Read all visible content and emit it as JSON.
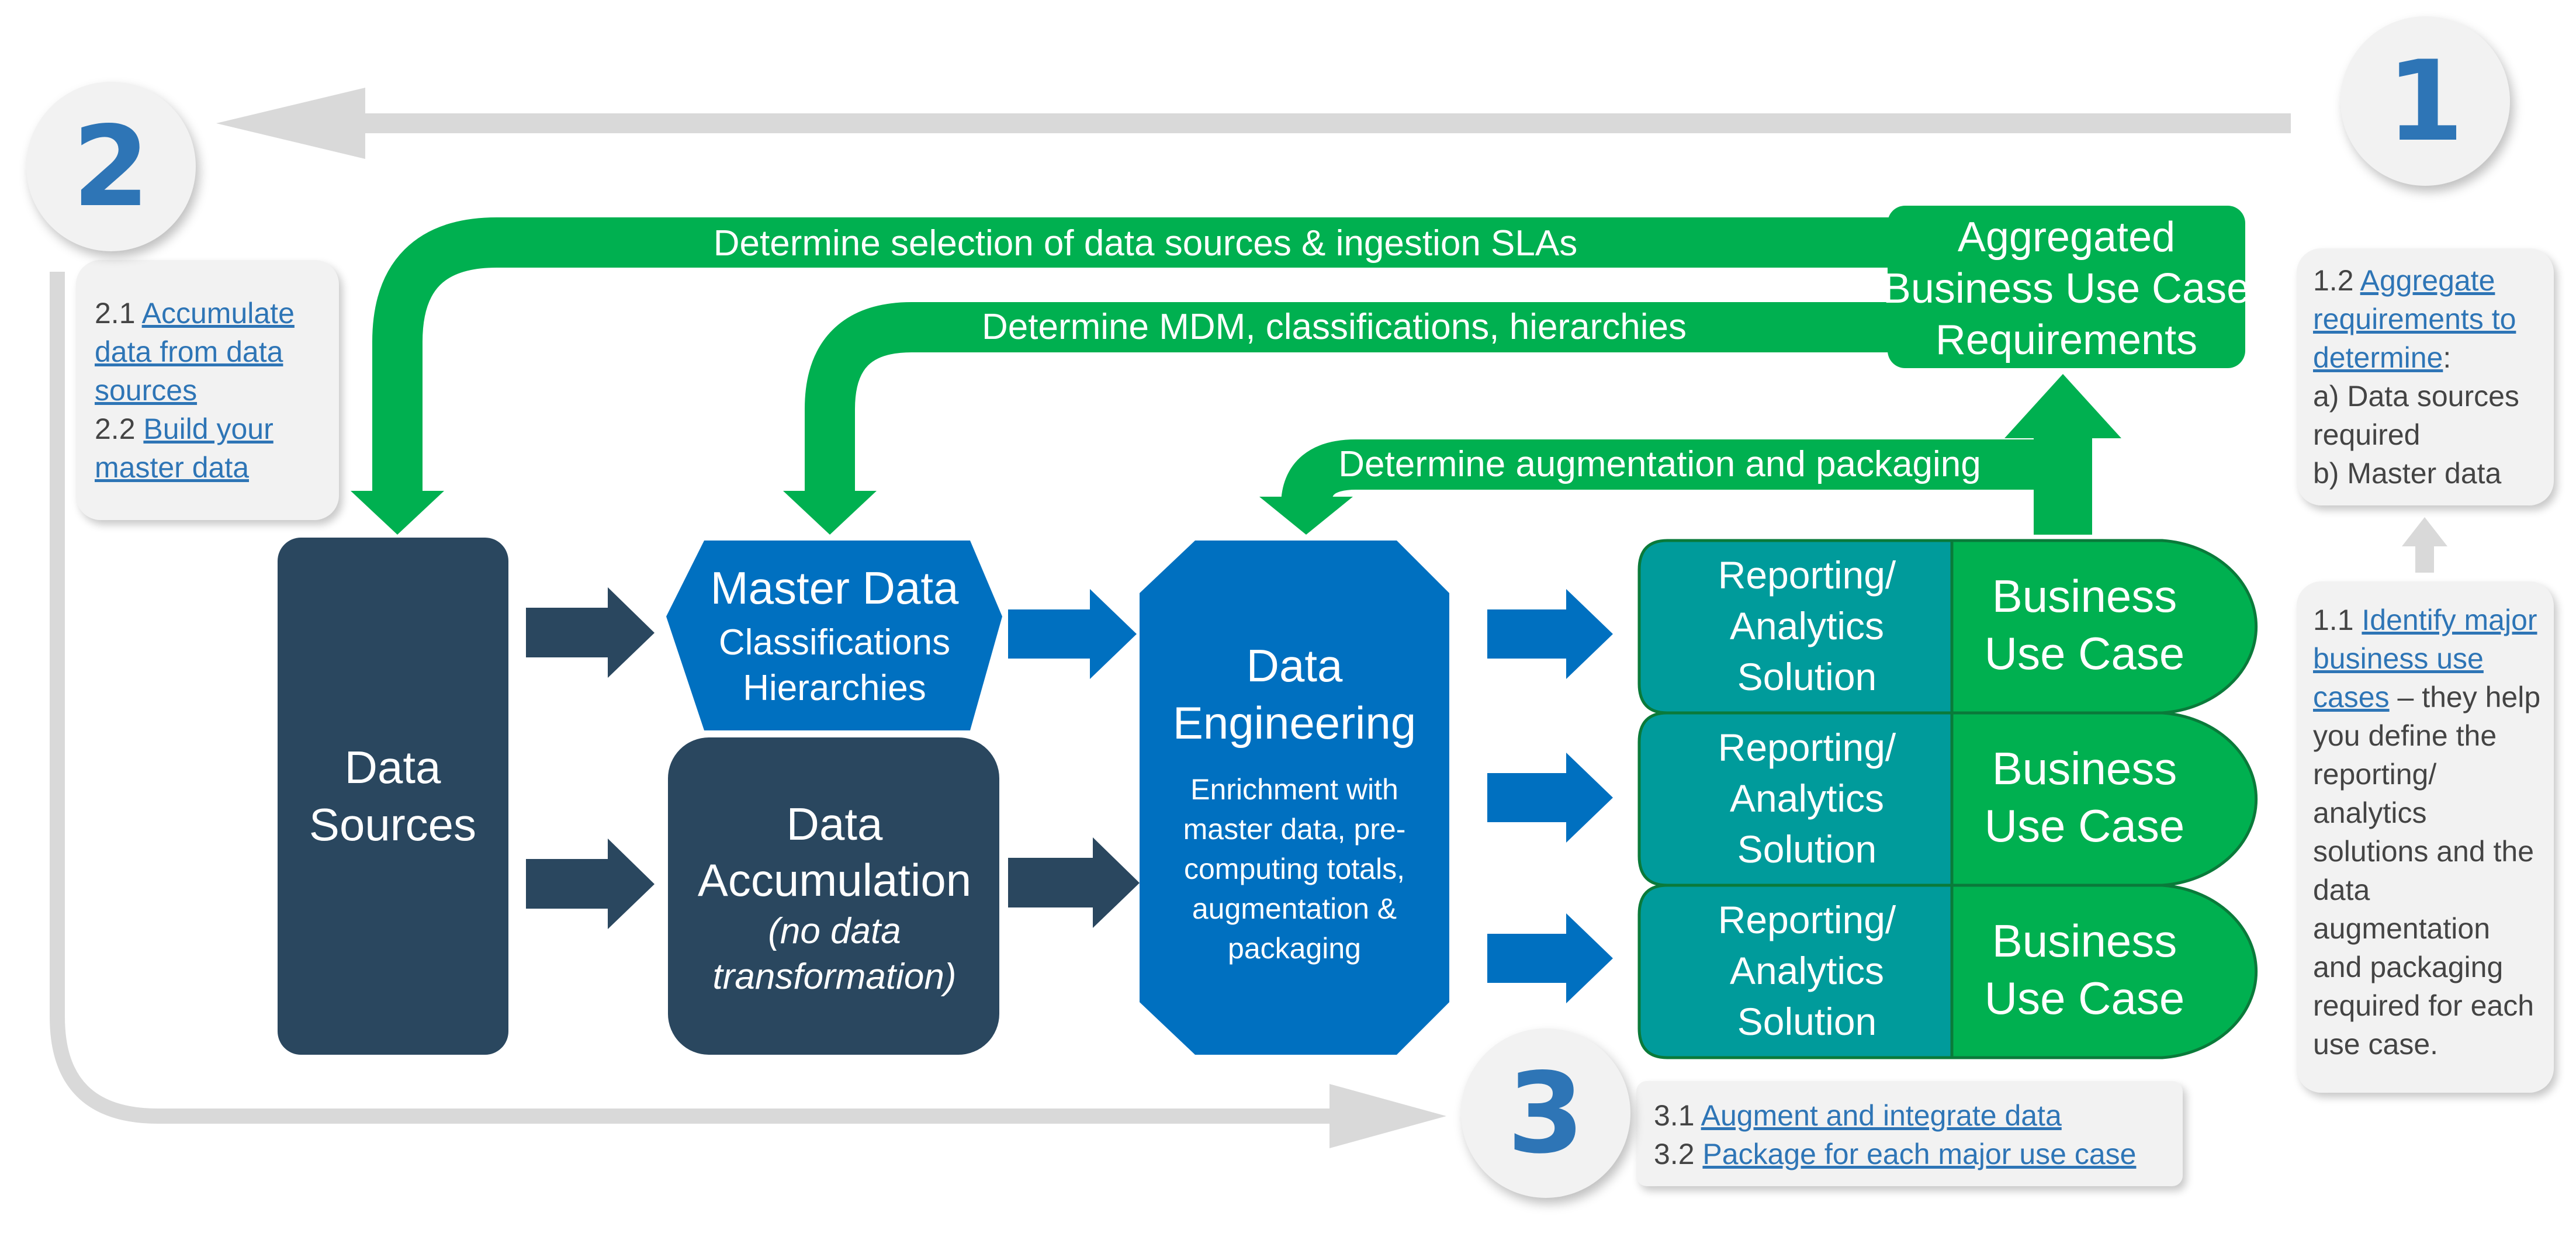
{
  "steps": {
    "step1": "1",
    "step2": "2",
    "step3": "3"
  },
  "green_arrows": {
    "sources": "Determine selection of data sources & ingestion SLAs",
    "mdm": "Determine MDM, classifications, hierarchies",
    "augmentation": "Determine augmentation and packaging"
  },
  "aggregated": [
    "Aggregated",
    "Business Use Case",
    "Requirements"
  ],
  "data_sources": [
    "Data",
    "Sources"
  ],
  "master_data": {
    "title": "Master Data",
    "lines": [
      "Classifications",
      "Hierarchies"
    ]
  },
  "accumulation": {
    "title": [
      "Data",
      "Accumulation"
    ],
    "subtitle": [
      "(no data",
      "transformation)"
    ]
  },
  "engineering": {
    "title": [
      "Data",
      "Engineering"
    ],
    "body": [
      "Enrichment with",
      "master data, pre-",
      "computing totals,",
      "augmentation &",
      "packaging"
    ]
  },
  "solutions": [
    {
      "reporting": [
        "Reporting/",
        "Analytics",
        "Solution"
      ],
      "use_case": [
        "Business",
        "Use Case"
      ]
    },
    {
      "reporting": [
        "Reporting/",
        "Analytics",
        "Solution"
      ],
      "use_case": [
        "Business",
        "Use Case"
      ]
    },
    {
      "reporting": [
        "Reporting/",
        "Analytics",
        "Solution"
      ],
      "use_case": [
        "Business",
        "Use Case"
      ]
    }
  ],
  "note2": {
    "item1_prefix": "2.1 ",
    "item1_link": "Accumulate data from data sources",
    "item2_prefix": "2.2 ",
    "item2_link": "Build your master data"
  },
  "note12": {
    "prefix": "1.2 ",
    "link": "Aggregate requirements to determine",
    "suffix": ":",
    "a": "a) Data sources required",
    "b": "b) Master data"
  },
  "note11": {
    "prefix": "1.1 ",
    "link": "Identify major business use cases",
    "rest": " – they help you define the reporting/ analytics solutions and the data augmentation and packaging required for each use case."
  },
  "note3": {
    "item1_prefix": "3.1 ",
    "item1_link": "Augment and integrate data",
    "item2_prefix": "3.2 ",
    "item2_link": "Package for each major use case"
  },
  "colors": {
    "green": "#00b050",
    "navy": "#2a475f",
    "blue": "#0070c0",
    "teal": "#009b9b",
    "grey_arrow": "#d9d9d9",
    "link": "#2e75b6"
  }
}
